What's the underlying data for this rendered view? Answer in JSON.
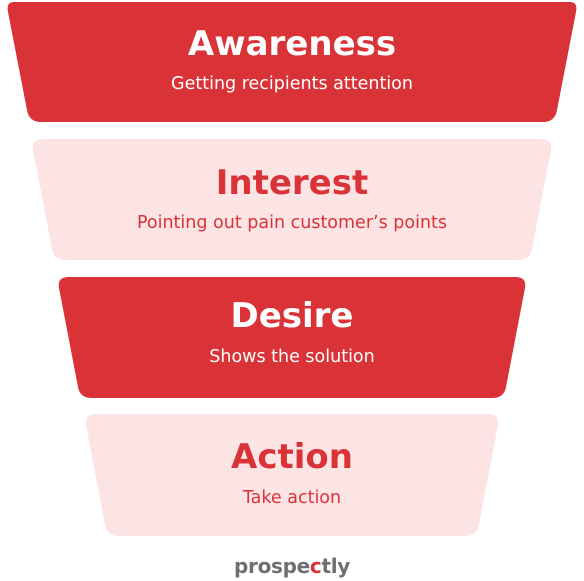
{
  "colors": {
    "dark_fill": "#d93237",
    "dark_text": "#ffffff",
    "light_fill": "#fde4e4",
    "light_text": "#d93237",
    "logo_gray": "#6f6f6f",
    "logo_accent": "#d93237"
  },
  "stages": [
    {
      "title": "Awareness",
      "subtitle": "Getting recipients attention",
      "style": "dark"
    },
    {
      "title": "Interest",
      "subtitle": "Pointing out pain customer’s points",
      "style": "light"
    },
    {
      "title": "Desire",
      "subtitle": "Shows the solution",
      "style": "dark"
    },
    {
      "title": "Action",
      "subtitle": "Take action",
      "style": "light"
    }
  ],
  "logo": {
    "part1": "prospe",
    "accent": "c",
    "part2": "tly"
  }
}
